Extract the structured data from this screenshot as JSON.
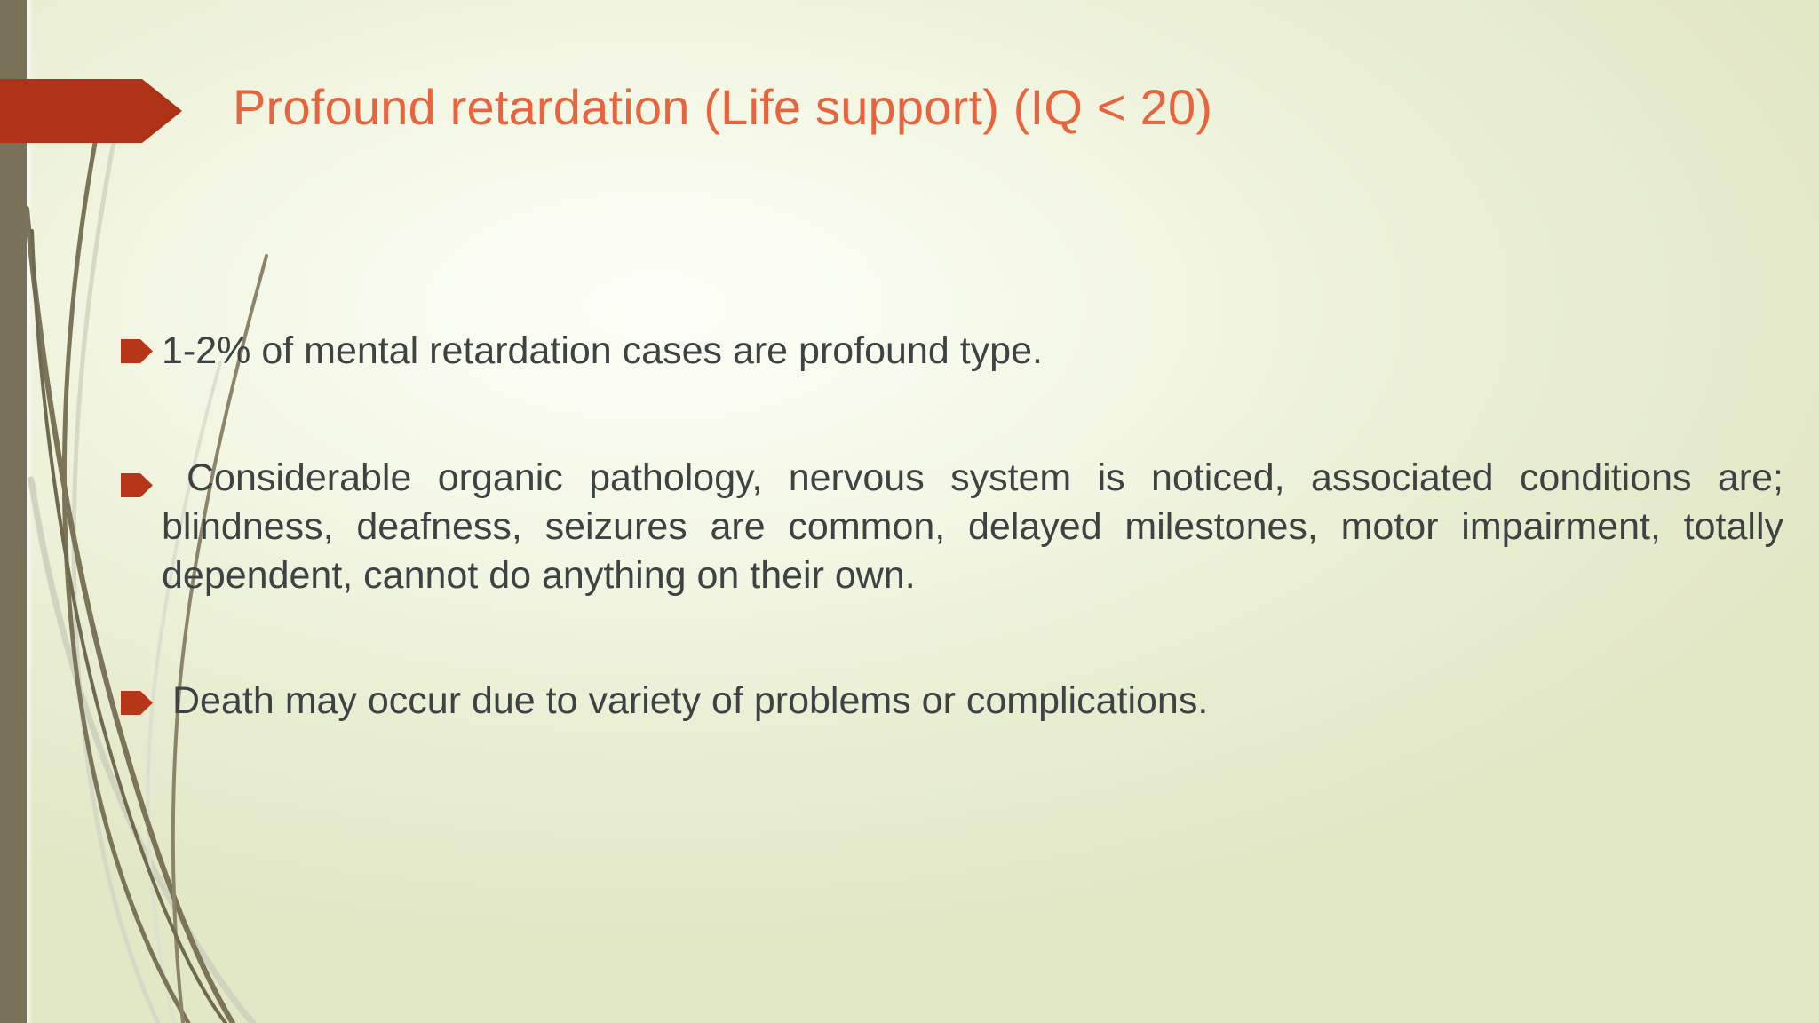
{
  "slide": {
    "title": "Profound retardation (Life support) (IQ < 20)",
    "bullets": [
      {
        "marker": "arrow-bullet-icon",
        "text": "1-2% of mental retardation cases are profound type."
      },
      {
        "marker": "arrow-bullet-icon",
        "text": "Considerable organic pathology, nervous system is noticed, associated conditions are; blindness, deafness, seizures are common, delayed milestones, motor impairment, totally dependent, cannot do anything on their own."
      },
      {
        "marker": "arrow-bullet-icon",
        "text": "Death may occur due to variety of problems or complications."
      }
    ]
  },
  "theme": {
    "title_color": "#e8643c",
    "banner_color": "#ae3316",
    "bullet_marker_color": "#b7361a",
    "left_band_color": "#7a7258",
    "body_text_color": "#3d4242",
    "background_light": "#fdfef8",
    "background_edge": "#e2e7c6",
    "grass_dark": "#7b7459",
    "grass_light": "#cdd0bd"
  }
}
